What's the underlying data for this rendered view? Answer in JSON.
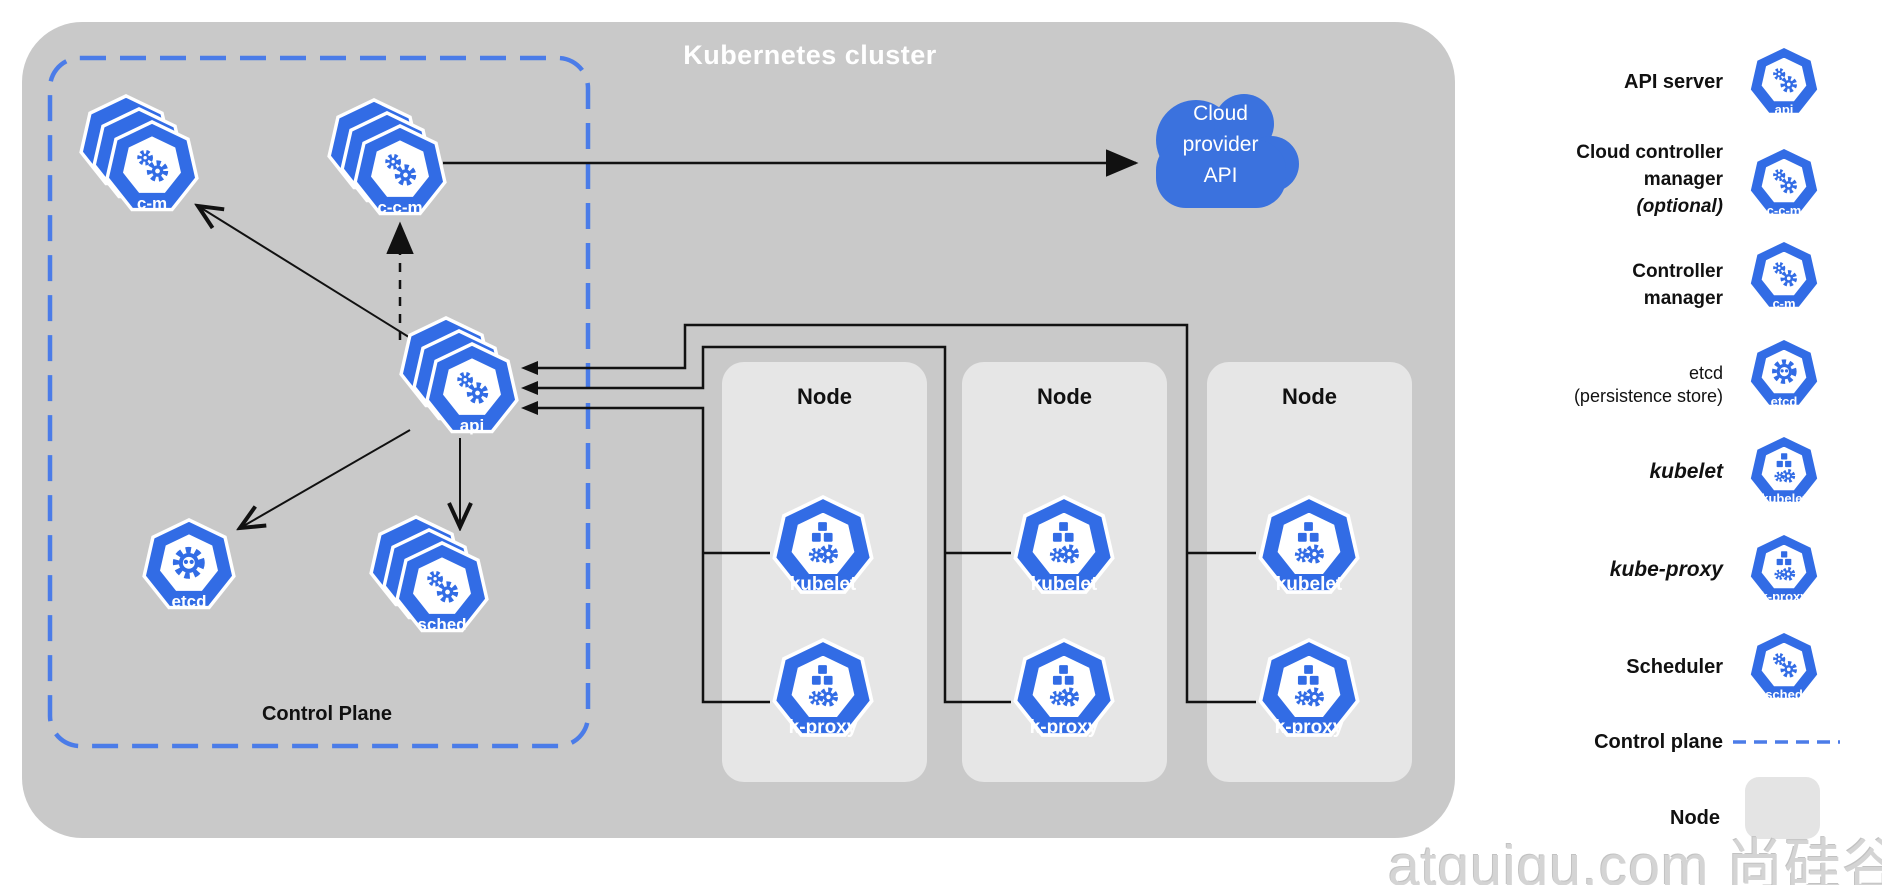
{
  "title": "Kubernetes cluster",
  "control_plane": {
    "label": "Control Plane"
  },
  "cloud": {
    "line1": "Cloud",
    "line2": "provider",
    "line3": "API"
  },
  "nodes": [
    {
      "label": "Node"
    },
    {
      "label": "Node"
    },
    {
      "label": "Node"
    }
  ],
  "components": {
    "cm": {
      "label": "c-m"
    },
    "ccm": {
      "label": "c-c-m"
    },
    "api": {
      "label": "api"
    },
    "etcd": {
      "label": "etcd"
    },
    "sched": {
      "label": "sched"
    },
    "kubelet": {
      "label": "kubelet"
    },
    "kproxy": {
      "label": "k-proxy"
    }
  },
  "legend": {
    "api_server": {
      "line1": "API server"
    },
    "cloud_cm": {
      "line1": "Cloud controller",
      "line2": "manager",
      "line3": "(optional)"
    },
    "controller_m": {
      "line1": "Controller",
      "line2": "manager"
    },
    "etcd": {
      "line1": "etcd",
      "line2": "(persistence store)"
    },
    "kubelet": {
      "line1": "kubelet"
    },
    "kube_proxy": {
      "line1": "kube-proxy"
    },
    "scheduler": {
      "line1": "Scheduler"
    },
    "control_plane": {
      "line1": "Control plane"
    },
    "node": {
      "line1": "Node"
    }
  },
  "watermark": "atguigu.com 尚硅谷",
  "colors": {
    "kubernetes_blue": "#326ce5",
    "cloud_blue": "#3b72de",
    "dashed_border_blue": "#4b7ce8",
    "cluster_gray": "#c9c9c9",
    "node_gray": "#e6e6e6",
    "line_black": "#1a1a1a"
  }
}
